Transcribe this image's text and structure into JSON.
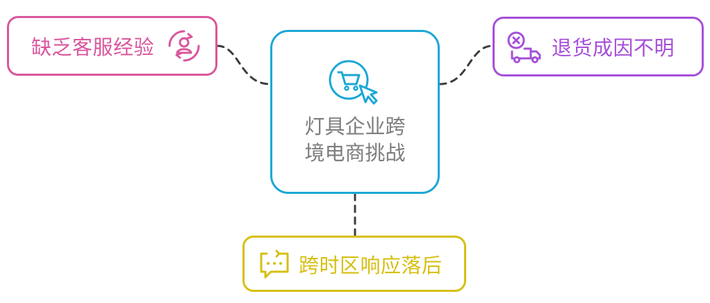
{
  "center": {
    "title": "灯具企业跨境电商挑战",
    "icon": "shopping-cart-cursor-icon",
    "color": "#1aa7d6"
  },
  "nodes": {
    "left": {
      "label": "缺乏客服经验",
      "icon": "customer-service-icon",
      "color": "#d9579d"
    },
    "right": {
      "label": "退货成因不明",
      "icon": "delivery-truck-cancel-icon",
      "color": "#a64fd8"
    },
    "bottom": {
      "label": "跨时区响应落后",
      "icon": "chat-bubble-icon",
      "color": "#d6bf12"
    }
  },
  "connector_color": "#3d3d3d"
}
